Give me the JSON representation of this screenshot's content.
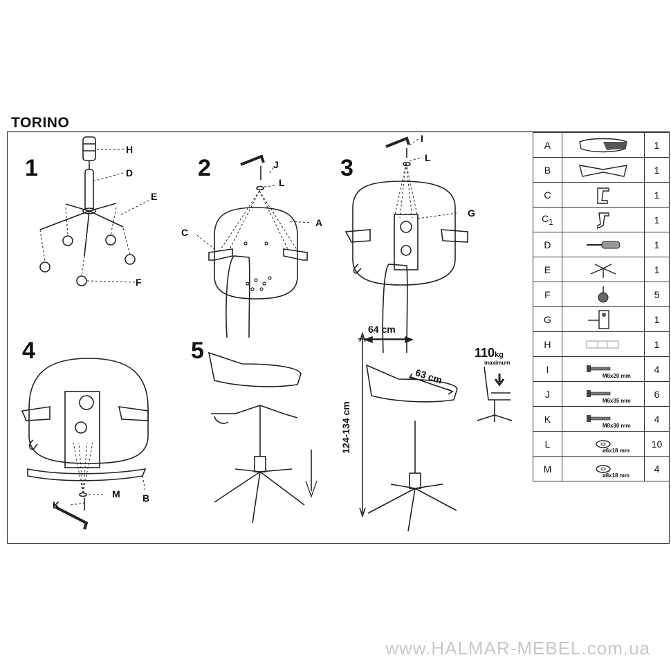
{
  "title": "TORINO",
  "steps": [
    "1",
    "2",
    "3",
    "4",
    "5"
  ],
  "callouts": {
    "s1": [
      "H",
      "D",
      "E",
      "F"
    ],
    "s2": [
      "J",
      "L",
      "A",
      "C"
    ],
    "s3": [
      "I",
      "L",
      "G"
    ],
    "s4": [
      "M",
      "B",
      "K"
    ]
  },
  "dimensions": {
    "width": "64 cm",
    "depth": "63 cm",
    "height": "124-134 cm",
    "load_value": "110",
    "load_unit": "kg",
    "load_note": "maximum"
  },
  "parts": [
    {
      "code": "A",
      "sub": "",
      "qty": "1",
      "icon": "seat-icon",
      "spec": ""
    },
    {
      "code": "B",
      "sub": "",
      "qty": "1",
      "icon": "backrest-icon",
      "spec": ""
    },
    {
      "code": "C",
      "sub": "",
      "qty": "1",
      "icon": "armrest-icon",
      "spec": ""
    },
    {
      "code": "C",
      "sub": "1",
      "qty": "1",
      "icon": "armrest-mirror-icon",
      "spec": ""
    },
    {
      "code": "D",
      "sub": "",
      "qty": "1",
      "icon": "gas-lift-icon",
      "spec": ""
    },
    {
      "code": "E",
      "sub": "",
      "qty": "1",
      "icon": "star-base-icon",
      "spec": ""
    },
    {
      "code": "F",
      "sub": "",
      "qty": "5",
      "icon": "caster-icon",
      "spec": ""
    },
    {
      "code": "G",
      "sub": "",
      "qty": "1",
      "icon": "mechanism-icon",
      "spec": ""
    },
    {
      "code": "H",
      "sub": "",
      "qty": "1",
      "icon": "cover-icon",
      "spec": ""
    },
    {
      "code": "I",
      "sub": "",
      "qty": "4",
      "icon": "screw-icon",
      "spec": "M6x20 mm"
    },
    {
      "code": "J",
      "sub": "",
      "qty": "6",
      "icon": "screw-icon",
      "spec": "M6x35 mm"
    },
    {
      "code": "K",
      "sub": "",
      "qty": "4",
      "icon": "screw-icon",
      "spec": "M8x30 mm"
    },
    {
      "code": "L",
      "sub": "",
      "qty": "10",
      "icon": "washer-icon",
      "spec": "ø6x18 mm"
    },
    {
      "code": "M",
      "sub": "",
      "qty": "4",
      "icon": "washer-icon",
      "spec": "ø8x18 mm"
    }
  ],
  "watermark": "www.HALMAR-MEBEL.com.ua"
}
